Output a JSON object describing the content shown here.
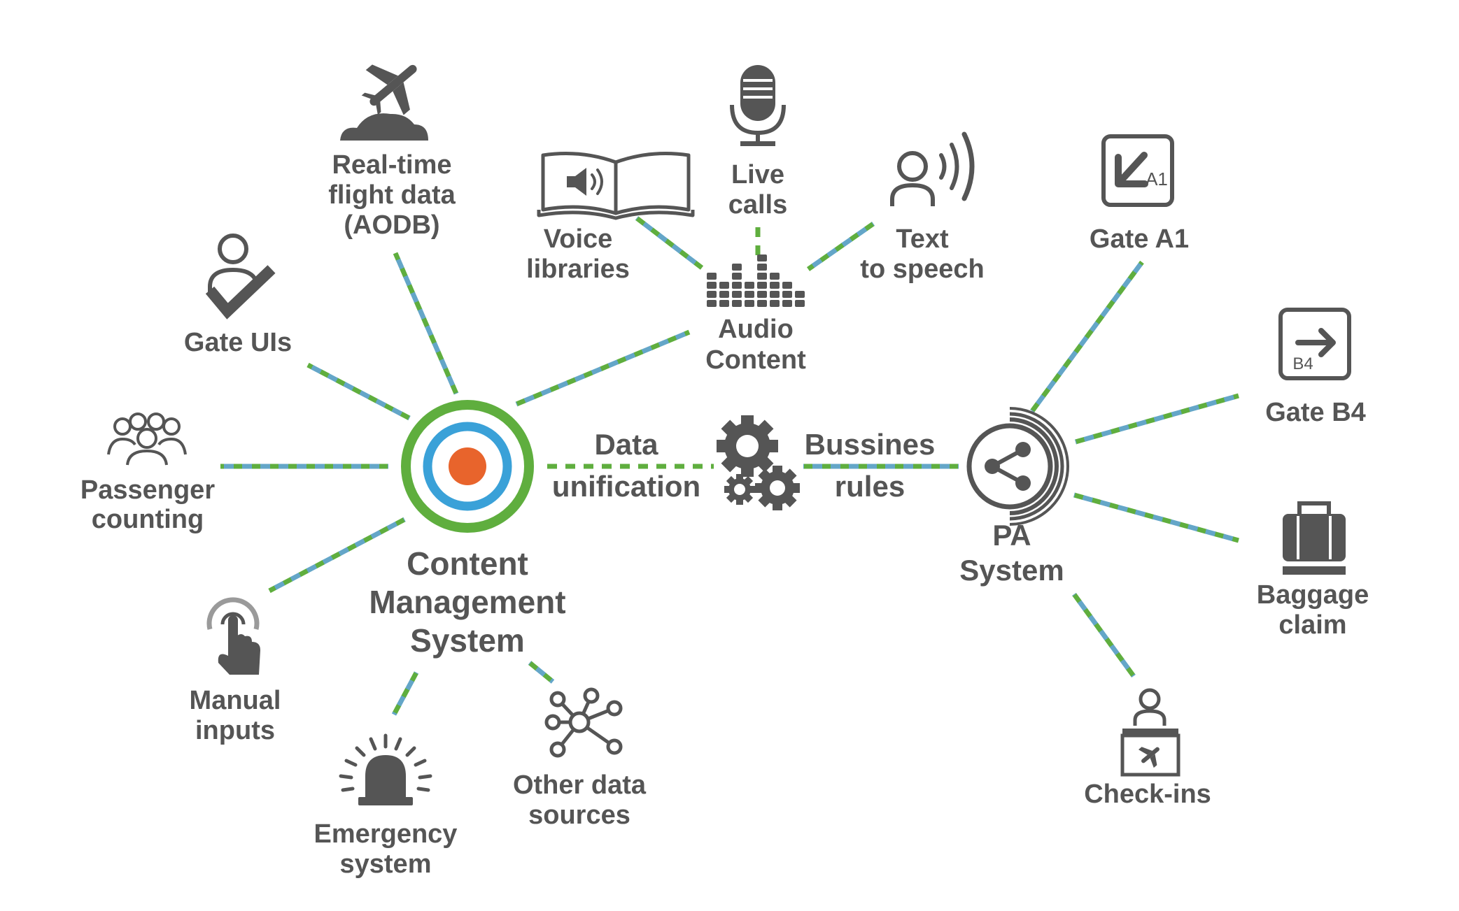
{
  "colors": {
    "text": "#555555",
    "icon": "#555555",
    "connector_green": "#5fae3e",
    "connector_blue": "#64a6c8",
    "target_outer": "#5fae3e",
    "target_inner": "#3aa1d8",
    "target_center": "#e8642c"
  },
  "hub": {
    "label_lines": [
      "Content",
      "Management",
      "System"
    ],
    "icon": "target-icon"
  },
  "center": {
    "data_label_lines": [
      "Data",
      "unification"
    ],
    "rules_label_lines": [
      "Bussines",
      "rules"
    ],
    "icon": "gears-icon"
  },
  "pa": {
    "label_lines": [
      "PA",
      "System"
    ],
    "icon": "share-icon"
  },
  "audio": {
    "label_lines": [
      "Audio",
      "Content"
    ],
    "icon": "equalizer-icon"
  },
  "inputs": {
    "flight_data": {
      "label_lines": [
        "Real-time",
        "flight data",
        "(AODB)"
      ],
      "icon": "airplane-cloud-icon"
    },
    "gate_uis": {
      "label_lines": [
        "Gate UIs"
      ],
      "icon": "user-check-icon"
    },
    "passenger_counting": {
      "label_lines": [
        "Passenger",
        "counting"
      ],
      "icon": "crowd-icon"
    },
    "manual_inputs": {
      "label_lines": [
        "Manual",
        "inputs"
      ],
      "icon": "touch-icon"
    },
    "emergency": {
      "label_lines": [
        "Emergency",
        "system"
      ],
      "icon": "siren-icon"
    },
    "other_sources": {
      "label_lines": [
        "Other data",
        "sources"
      ],
      "icon": "network-icon"
    }
  },
  "audio_sources": {
    "voice_libraries": {
      "label_lines": [
        "Voice",
        "libraries"
      ],
      "icon": "book-speaker-icon"
    },
    "live_calls": {
      "label_lines": [
        "Live",
        "calls"
      ],
      "icon": "microphone-icon"
    },
    "text_to_speech": {
      "label_lines": [
        "Text",
        "to speech"
      ],
      "icon": "speaking-person-icon"
    }
  },
  "outputs": {
    "gate_a1": {
      "label_lines": [
        "Gate A1"
      ],
      "icon": "gate-a1-sign-icon",
      "sign_text": "A1"
    },
    "gate_b4": {
      "label_lines": [
        "Gate B4"
      ],
      "icon": "gate-b4-sign-icon",
      "sign_text": "B4"
    },
    "baggage_claim": {
      "label_lines": [
        "Baggage",
        "claim"
      ],
      "icon": "suitcase-icon"
    },
    "check_ins": {
      "label_lines": [
        "Check-ins"
      ],
      "icon": "check-in-desk-icon"
    }
  }
}
